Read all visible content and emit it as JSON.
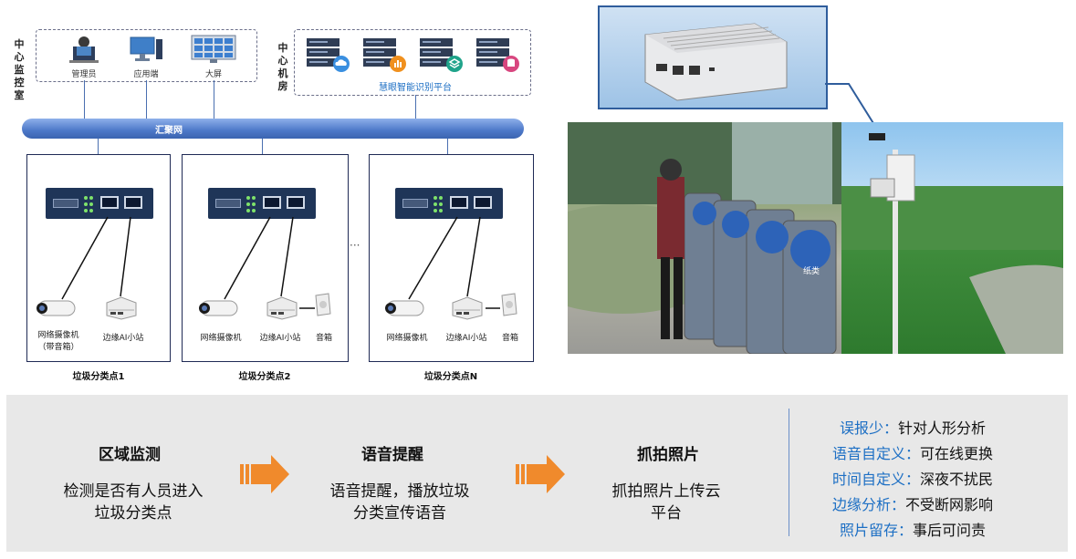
{
  "control_room": {
    "label": "中心监控室",
    "items": [
      {
        "label": "管理员",
        "icon": "admin-computer-icon"
      },
      {
        "label": "应用端",
        "icon": "desktop-computer-icon"
      },
      {
        "label": "大屏",
        "icon": "video-wall-icon"
      }
    ]
  },
  "data_center": {
    "label": "中心机房",
    "platform_label": "慧眼智能识别平台",
    "servers": [
      "server-cloud-icon",
      "server-chart-icon",
      "server-layers-icon",
      "server-database-icon"
    ]
  },
  "network": {
    "label": "汇聚网",
    "ellipsis": "···"
  },
  "points": [
    {
      "caption": "垃圾分类点1",
      "devices": [
        "网络摄像机",
        "（带音箱）",
        "边缘AI小站"
      ]
    },
    {
      "caption": "垃圾分类点2",
      "devices": [
        "网络摄像机",
        "边缘AI小站",
        "音箱"
      ]
    },
    {
      "caption": "垃圾分类点N",
      "devices": [
        "网络摄像机",
        "边缘AI小站",
        "音箱"
      ]
    }
  ],
  "photo": {
    "bin_text": "纸类"
  },
  "features": [
    {
      "title": "区域监测",
      "desc_line1": "检测是否有人员进入",
      "desc_line2": "垃圾分类点"
    },
    {
      "title": "语音提醒",
      "desc_line1": "语音提醒，播放垃圾",
      "desc_line2": "分类宣传语音"
    },
    {
      "title": "抓拍照片",
      "desc_line1": "抓拍照片上传云",
      "desc_line2": "平台"
    }
  ],
  "benefits": [
    {
      "key": "误报少",
      "value": "针对人形分析"
    },
    {
      "key": "语音自定义",
      "value": "可在线更换"
    },
    {
      "key": "时间自定义",
      "value": "深夜不扰民"
    },
    {
      "key": "边缘分析",
      "value": "不受断网影响"
    },
    {
      "key": "照片留存",
      "value": "事后可问责"
    }
  ],
  "benefit_sep": "：",
  "colors": {
    "accent_blue": "#1d6fc4",
    "arrow_orange": "#f08a2c",
    "network_blue": "#5b84d1",
    "panel_gray": "#e8e8e8"
  }
}
